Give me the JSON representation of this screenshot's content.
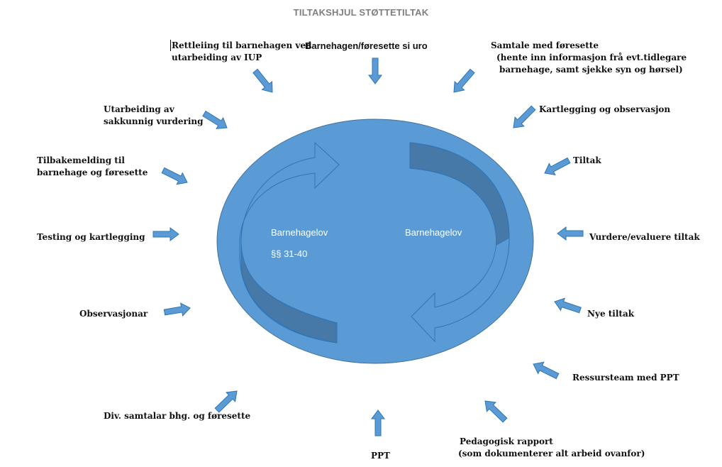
{
  "title": "TILTAKSHJUL STØTTETILTAK",
  "center": {
    "left_label": "Barnehagelov",
    "left_sub": "§§ 31-40",
    "right_label": "Barnehagelov"
  },
  "labels": {
    "rettleiing": [
      "Rettleiing til barnehagen ved",
      "utarbeiding av IUP"
    ],
    "uro": "Barnehagen/føresette si uro",
    "samtale": [
      "Samtale med føresette",
      "(hente inn informasjon frå evt.tidlegare",
      "barnehage, samt sjekke syn og hørsel)"
    ],
    "kartlegging_obs": "Kartlegging og observasjon",
    "tiltak": "Tiltak",
    "vurdere": "Vurdere/evaluere tiltak",
    "nye_tiltak": "Nye tiltak",
    "ressursteam": "Ressursteam med PPT",
    "pedagogisk": [
      "Pedagogisk rapport",
      "(som dokumenterer alt arbeid ovanfor)"
    ],
    "ppt": "PPT",
    "div_samtalar": "Div. samtalar bhg. og føresette",
    "observasjonar": "Observasjonar",
    "testing": "Testing og kartlegging",
    "tilbakemelding": [
      "Tilbakemelding til",
      "barnehage og føresette"
    ],
    "sakkunnig": [
      "Utarbeiding av",
      "sakkunnig vurdering"
    ]
  },
  "colors": {
    "circle": "#5b9bd5",
    "circle_stroke": "#41719c",
    "arrow": "#5b9bd5",
    "arrow_stroke": "#2e75b6",
    "inner_dark": "#4678a8"
  }
}
